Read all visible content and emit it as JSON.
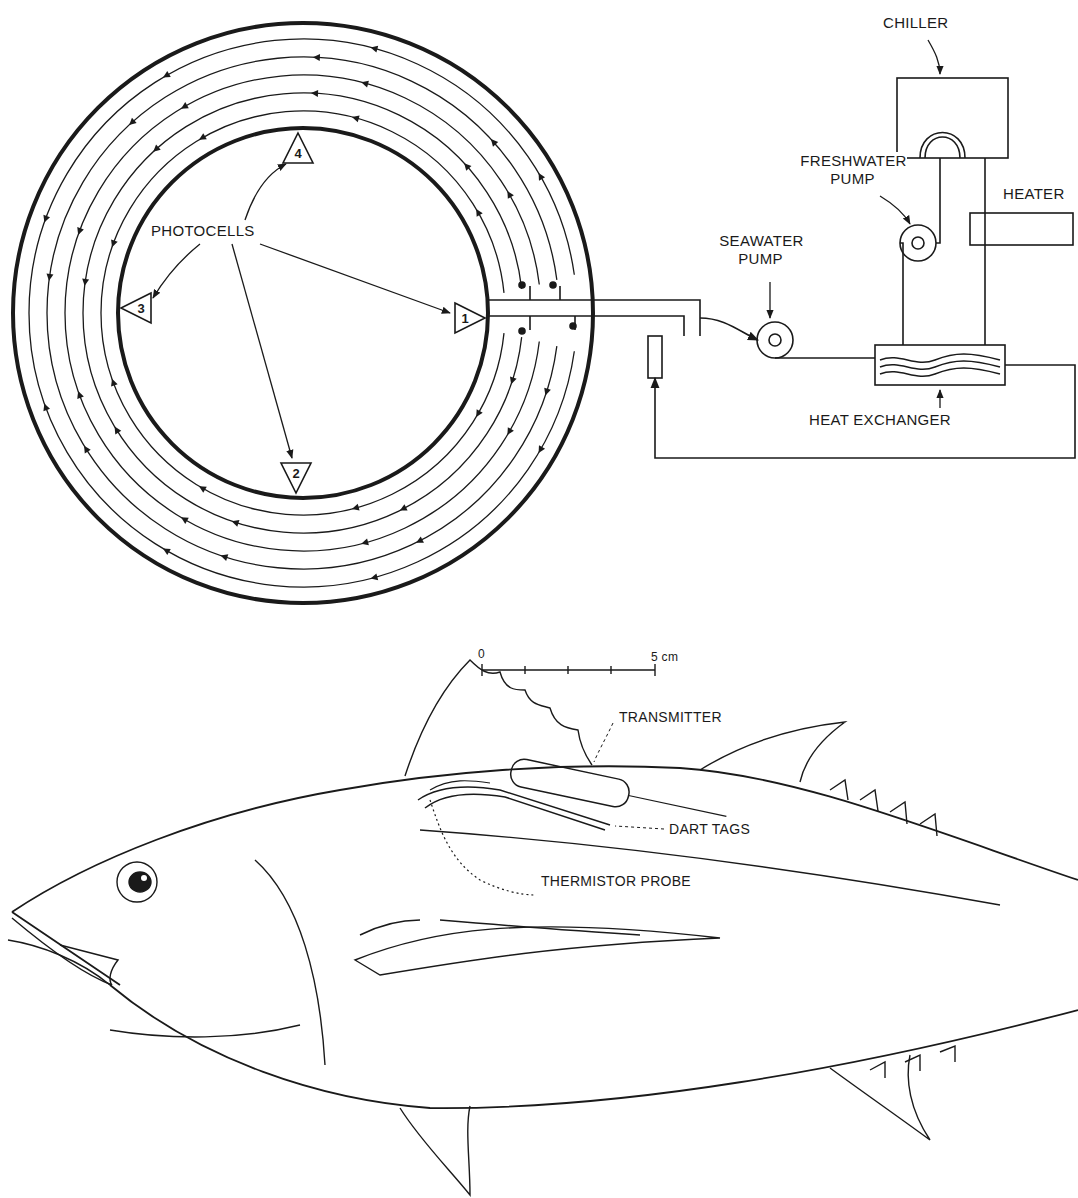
{
  "diagram": {
    "nodes": [
      {
        "text": [
          "1"
        ]
      },
      {
        "text": [
          "2"
        ]
      },
      {
        "text": [
          "3"
        ]
      },
      {
        "text": [
          "4"
        ]
      }
    ],
    "labels": [
      "CHILLER",
      "FRESHWATER PUMP",
      "HEATER",
      "SEAWATER PUMP",
      "PHOTOCELLS",
      "HEAT EXCHANGER",
      "0",
      "5 cm",
      "TRANSMITTER",
      "DART TAGS",
      "THERMISTOR PROBE"
    ]
  }
}
